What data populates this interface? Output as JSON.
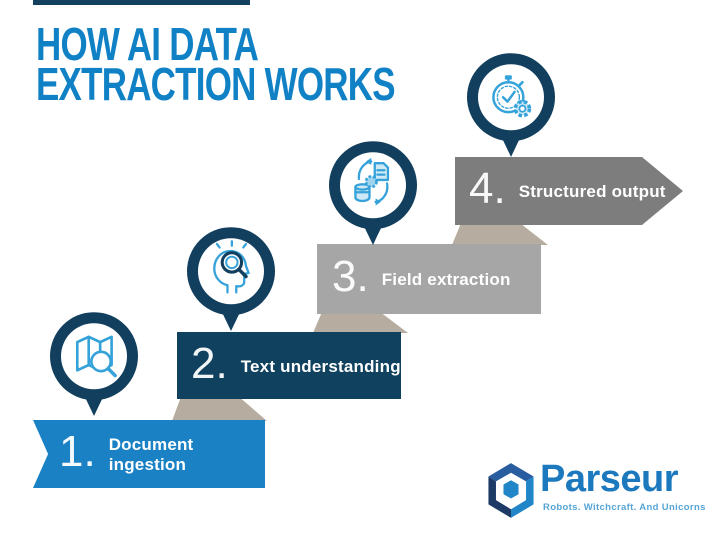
{
  "header": {
    "title_line1": "HOW AI DATA",
    "title_line2": "EXTRACTION WORKS",
    "title_color": "#1181c6"
  },
  "steps": [
    {
      "number": "1.",
      "label": "Document ingestion",
      "banner_color": "#1a81c4",
      "icon": "map-magnifier-icon"
    },
    {
      "number": "2.",
      "label": "Text understanding",
      "banner_color": "#10415e",
      "icon": "head-magnifier-icon"
    },
    {
      "number": "3.",
      "label": "Field extraction",
      "banner_color": "#a6a6a6",
      "icon": "document-sync-icon"
    },
    {
      "number": "4.",
      "label": "Structured output",
      "banner_color": "#7d7d7d",
      "icon": "stopwatch-gear-icon"
    }
  ],
  "colors": {
    "top_bar": "#12405e",
    "shadow": "#b6ac9f",
    "pin": "#123f5e",
    "pin_icon": "#35a2d9"
  },
  "logo": {
    "name": "Parseur",
    "tagline": "Robots. Witchcraft. And Unicorns",
    "name_color": "#1d79bd",
    "tagline_color": "#56a5d6"
  }
}
